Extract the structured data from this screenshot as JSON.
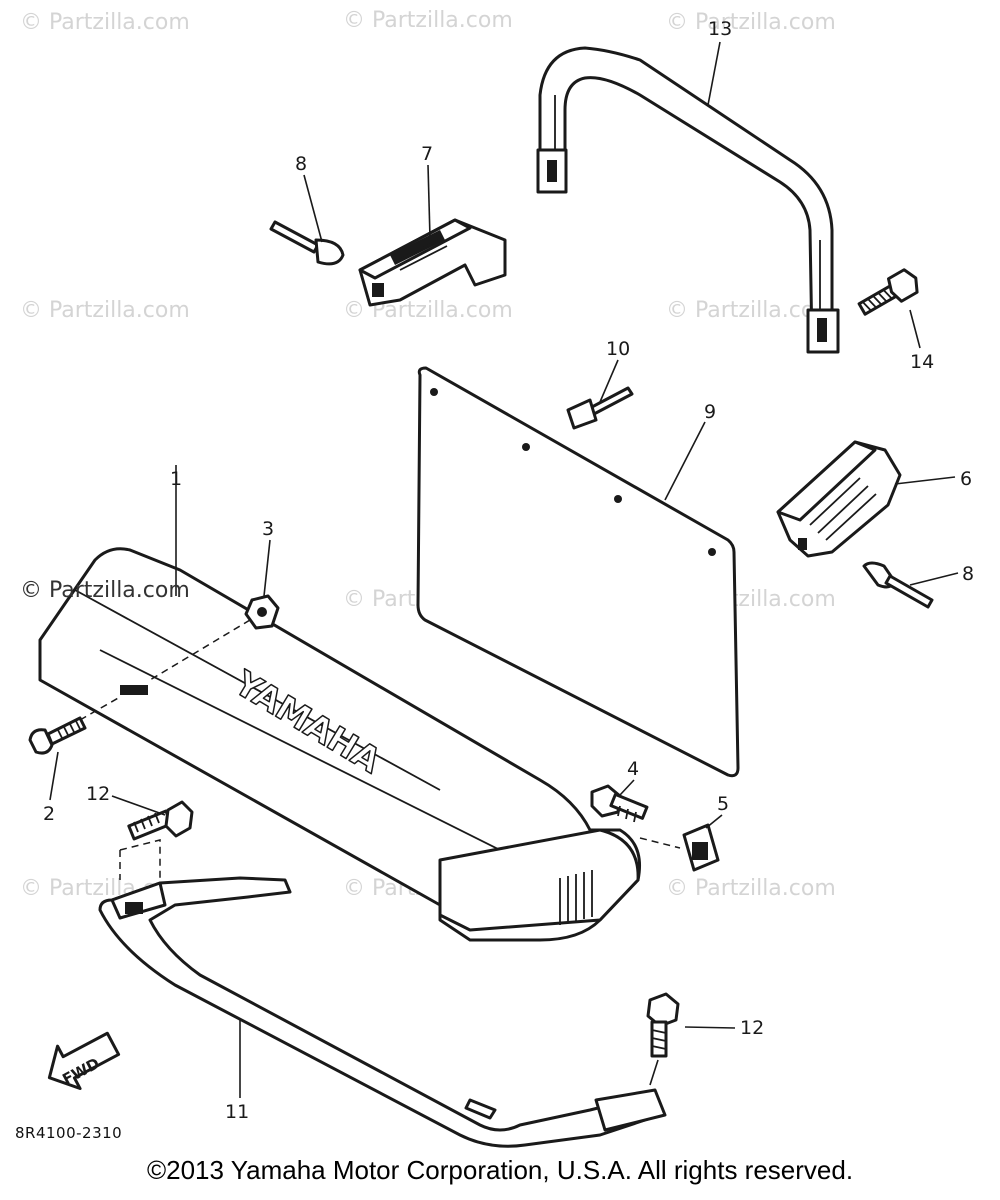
{
  "watermark": "© Partzilla.com",
  "diagram_code": "8R4100-2310",
  "copyright": "©2013  Yamaha Motor Corporation, U.S.A. All rights reserved.",
  "brand_text": "YAMAHA",
  "fwd_label": "FWD",
  "callouts": {
    "c1": "1",
    "c2": "2",
    "c3": "3",
    "c4": "4",
    "c5": "5",
    "c6": "6",
    "c7": "7",
    "c8a": "8",
    "c8b": "8",
    "c9": "9",
    "c10": "10",
    "c11": "11",
    "c12a": "12",
    "c12b": "12",
    "c13": "13",
    "c14": "14"
  }
}
